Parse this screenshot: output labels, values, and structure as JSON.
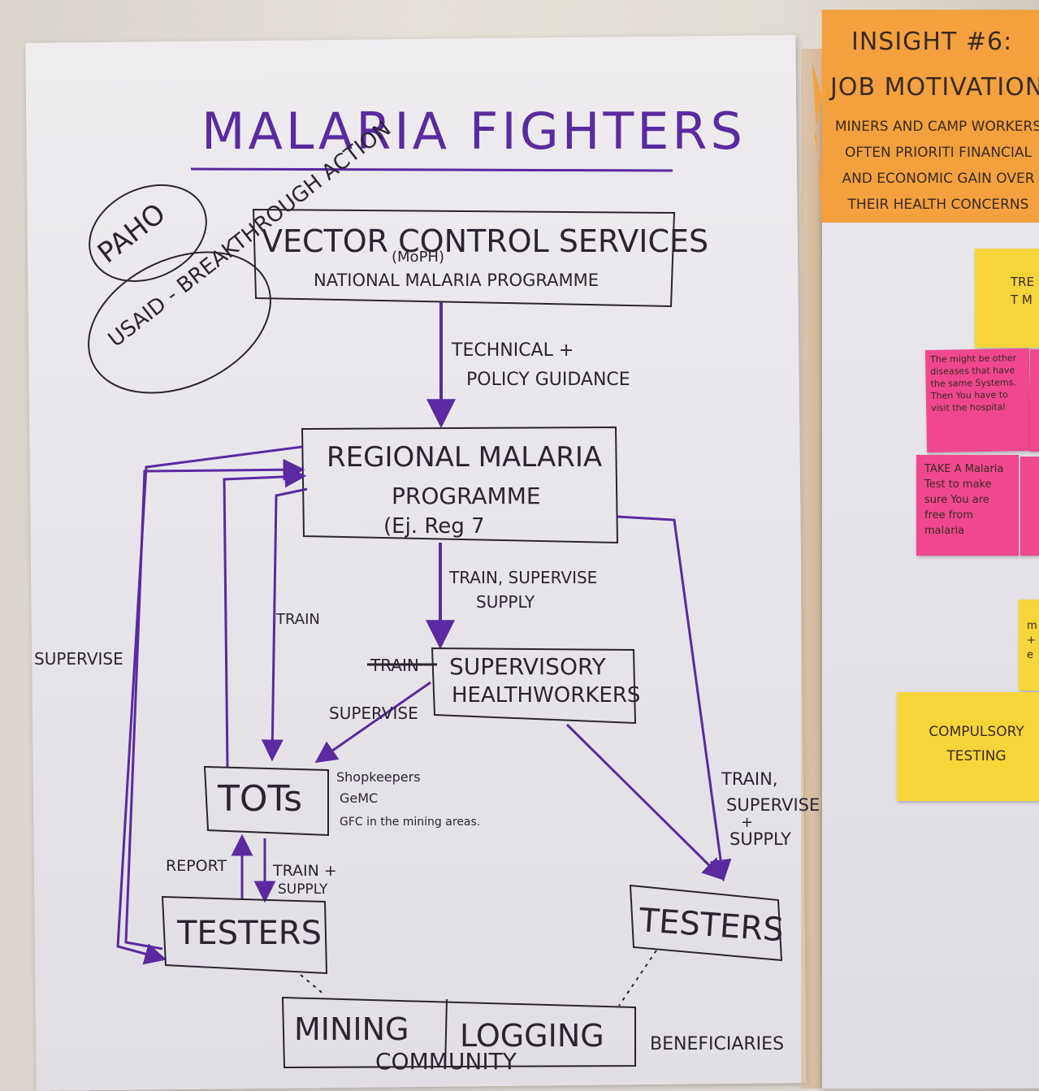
{
  "title": "MALARIA FIGHTERS",
  "nodes": {
    "paho": "PAHO",
    "usaid": "USAID - BREAKTHROUGH ACTION",
    "vector_control": "VECTOR CONTROL SERVICES",
    "moph": "(MoPH)",
    "national_programme": "NATIONAL MALARIA PROGRAMME",
    "regional_1": "REGIONAL MALARIA",
    "regional_2": "PROGRAMME",
    "regional_3": "(Ej. Reg 7",
    "supervisory_1": "SUPERVISORY",
    "supervisory_2": "HEALTHWORKERS",
    "supervisory_strike": "TRAIN",
    "tots": "TOTs",
    "tots_note_1": "Shopkeepers",
    "tots_note_2": "GeMC",
    "tots_note_3": "GFC in the mining areas.",
    "testers_left": "TESTERS",
    "testers_right": "TESTERS",
    "mining": "MINING",
    "logging": "LOGGING",
    "community": "COMMUNITY",
    "beneficiaries": "BENEFICIARIES"
  },
  "edges": {
    "technical_1": "TECHNICAL +",
    "technical_2": "POLICY GUIDANCE",
    "train_supervise_1": "TRAIN, SUPERVISE",
    "train_supervise_2": "SUPPLY",
    "train": "TRAIN",
    "supervise_left": "SUPERVISE",
    "supervise_mid": "SUPERVISE",
    "right_1": "TRAIN,",
    "right_2": "SUPERVISE",
    "right_3": "+",
    "right_4": "SUPPLY",
    "report": "REPORT",
    "train_supply_1": "TRAIN +",
    "train_supply_2": "SUPPLY"
  },
  "colors": {
    "ink_purple": "#5b2aa0",
    "ink_dark": "#2a2530",
    "note_orange": "#f3a13e",
    "note_yellow": "#f6d53a",
    "note_pink": "#f0488e"
  },
  "side_notes": {
    "insight_title": "INSIGHT #6:",
    "insight_subtitle": "JOB MOTIVATION",
    "insight_body": "MINERS AND CAMP WORKERS OFTEN PRIORITI FINANCIAL AND ECONOMIC GAIN OVER THEIR HEALTH CONCERNS",
    "yellow_top": "TRE T M",
    "pink_1": "The might be other diseases that have the same Systems. Then You have to visit the hospital",
    "pink_2": "TAKE A Malaria Test to make sure You are free from malaria",
    "yellow_small": "m + e",
    "compulsory": "COMPULSORY TESTING"
  }
}
